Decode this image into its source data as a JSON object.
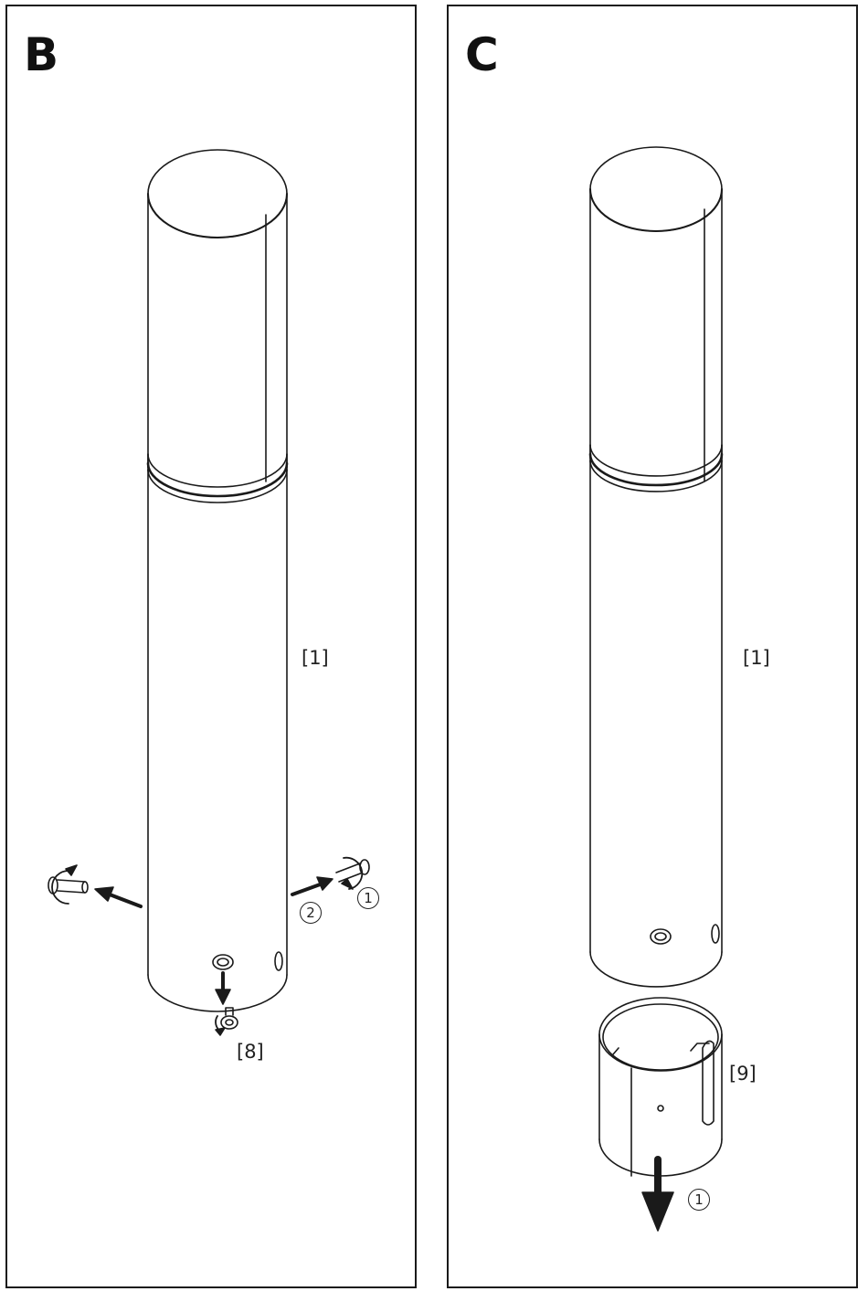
{
  "panels": [
    {
      "letter": "B",
      "part_labels": {
        "body": "[1]",
        "screw": "[8]"
      },
      "steps": {
        "one": "1",
        "two": "2"
      }
    },
    {
      "letter": "C",
      "part_labels": {
        "body": "[1]",
        "sleeve": "[9]"
      },
      "steps": {
        "one": "1"
      }
    }
  ]
}
